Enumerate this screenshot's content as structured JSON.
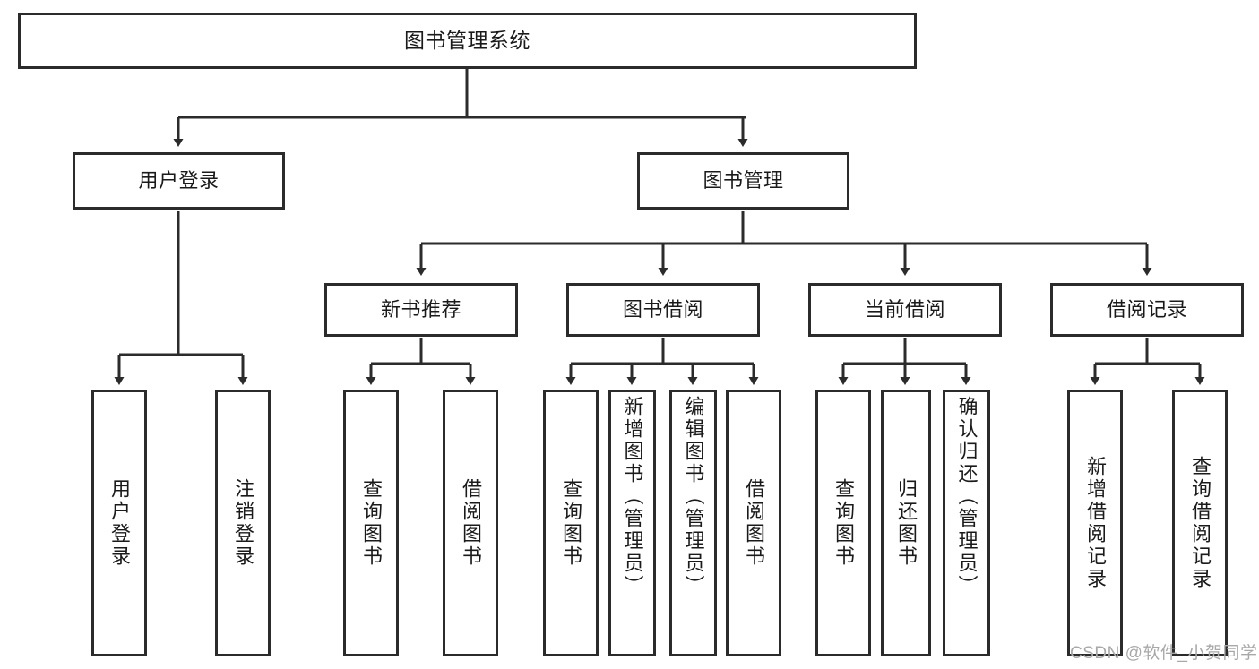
{
  "diagram": {
    "title": "图书管理系统",
    "type": "tree-hierarchy",
    "root": {
      "label": "图书管理系统"
    },
    "level2": [
      {
        "label": "用户登录"
      },
      {
        "label": "图书管理"
      }
    ],
    "level3": [
      {
        "label": "新书推荐"
      },
      {
        "label": "图书借阅"
      },
      {
        "label": "当前借阅"
      },
      {
        "label": "借阅记录"
      }
    ],
    "leaves": {
      "user_login": [
        {
          "label": "用户登录"
        },
        {
          "label": "注销登录"
        }
      ],
      "new_book_recommend": [
        {
          "label": "查询图书"
        },
        {
          "label": "借阅图书"
        }
      ],
      "book_borrow": [
        {
          "label": "查询图书"
        },
        {
          "label": "新增图书（管理员）"
        },
        {
          "label": "编辑图书（管理员）"
        },
        {
          "label": "借阅图书"
        }
      ],
      "current_borrow": [
        {
          "label": "查询图书"
        },
        {
          "label": "归还图书"
        },
        {
          "label": "确认归还（管理员）"
        }
      ],
      "borrow_record": [
        {
          "label": "新增借阅记录"
        },
        {
          "label": "查询借阅记录"
        }
      ]
    }
  },
  "watermark": {
    "text": "CSDN @软件_小贺同学"
  },
  "colors": {
    "stroke": "#2b2b2b",
    "fill": "#ffffff",
    "text": "#1a1a1a",
    "watermark": "#a8a8a8"
  }
}
